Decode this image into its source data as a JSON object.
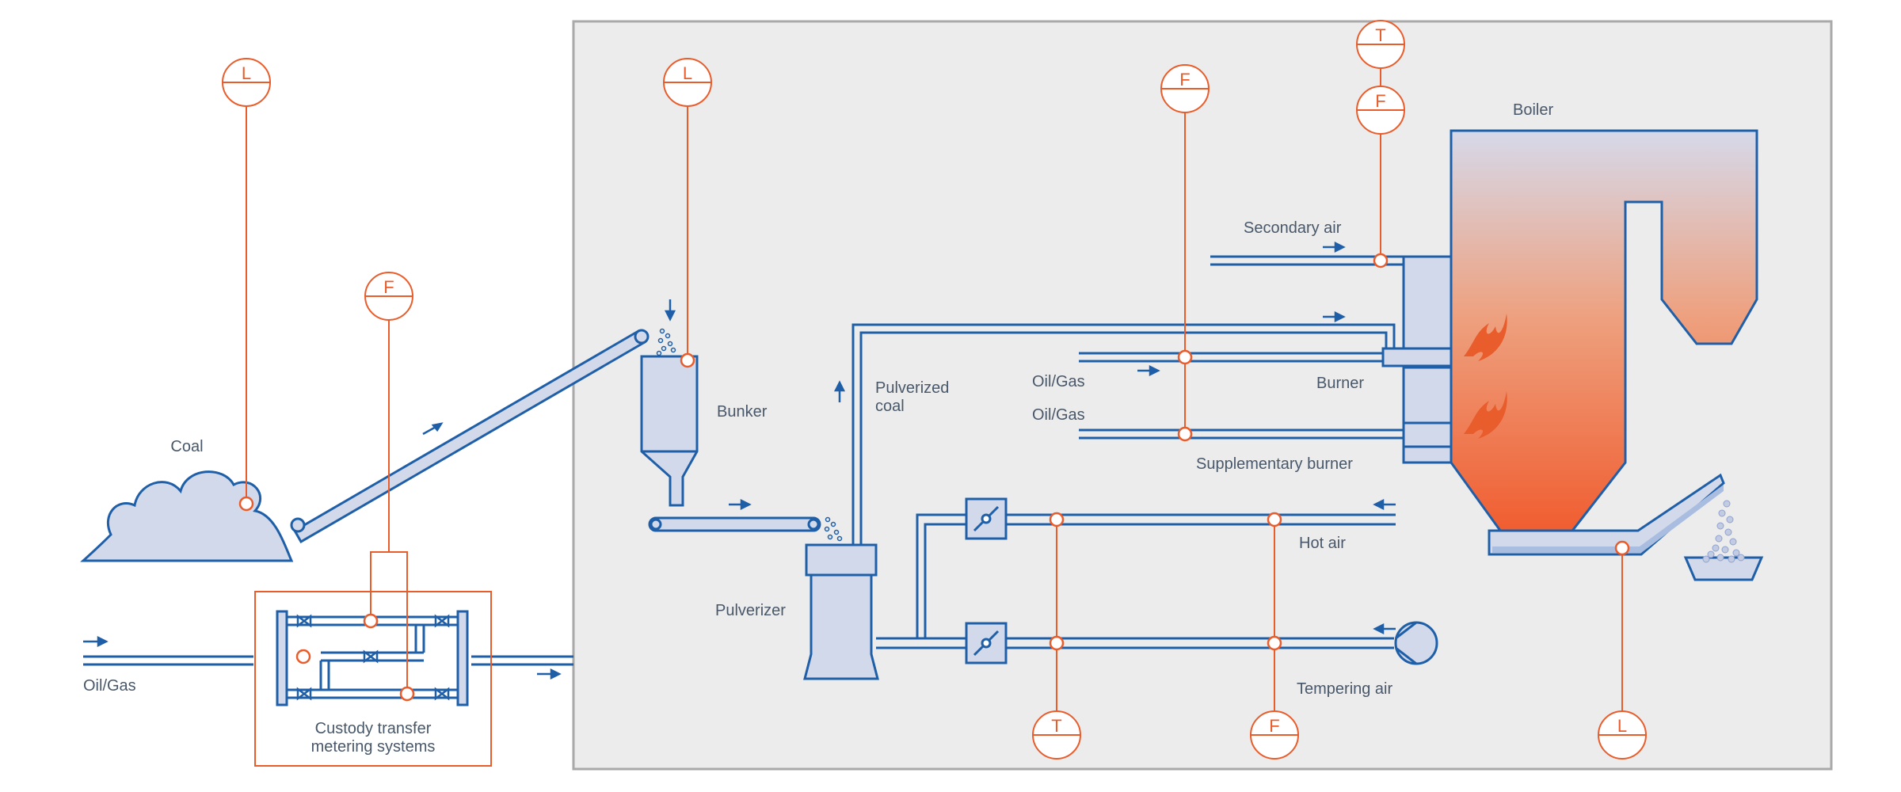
{
  "colors": {
    "pipe_stroke": "#1f5fa8",
    "pipe_fill": "#d2d9ea",
    "instrument": "#e95c2b",
    "plant_area_bg": "#ececec",
    "plant_area_border": "#a9a9a9",
    "label_text": "#48586a",
    "boiler_gradient_top": "#d6d9ea",
    "boiler_gradient_bottom": "#f0582a"
  },
  "labels": {
    "coal": "Coal",
    "oil_gas_inlet": "Oil/Gas",
    "custody_line1": "Custody transfer",
    "custody_line2": "metering systems",
    "bunker": "Bunker",
    "pulverized_line1": "Pulverized",
    "pulverized_line2": "coal",
    "pulverizer": "Pulverizer",
    "secondary_air": "Secondary air",
    "oil_gas_upper": "Oil/Gas",
    "oil_gas_lower": "Oil/Gas",
    "burner": "Burner",
    "supplementary_burner": "Supplementary burner",
    "hot_air": "Hot air",
    "tempering_air": "Tempering air",
    "boiler": "Boiler"
  },
  "instruments": {
    "coal_level": "L",
    "custody_flow": "F",
    "bunker_level": "L",
    "oil_gas_flow": "F",
    "secondary_air_temperature": "T",
    "secondary_air_flow": "F",
    "air_temperature": "T",
    "air_flow": "F",
    "ash_level": "L"
  },
  "icons": {
    "fan": "fan-icon",
    "damper": "damper-icon",
    "valve": "valve-icon",
    "flame": "flame-icon",
    "flow_arrow": "flow-arrow-icon"
  }
}
